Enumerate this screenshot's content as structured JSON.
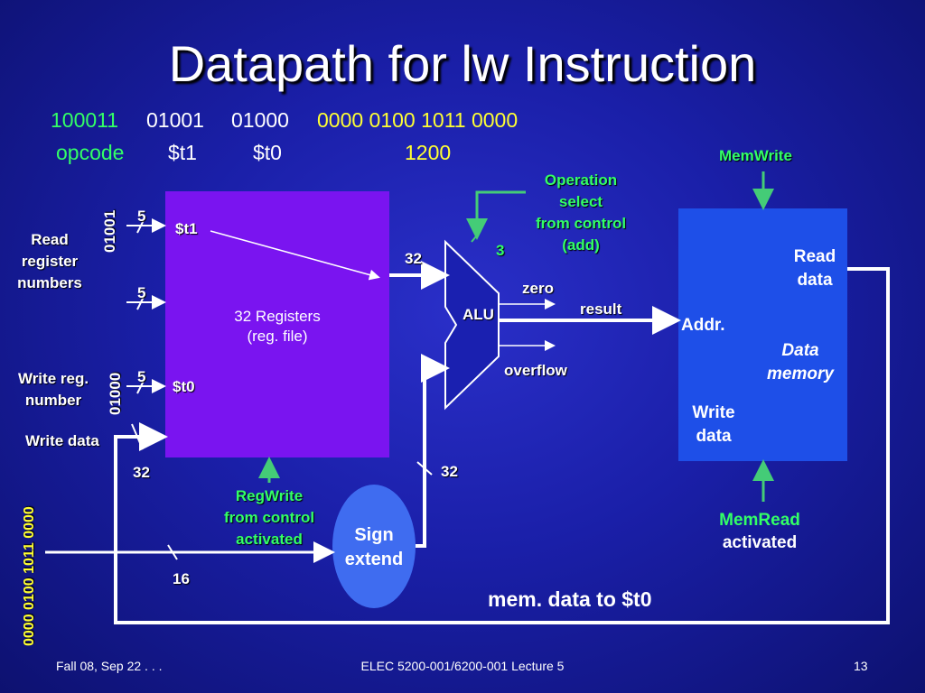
{
  "slide": {
    "title": "Datapath for lw Instruction",
    "instruction": {
      "opcode_bits": "100011",
      "rs_bits": "01001",
      "rt_bits": "01000",
      "imm_bits": "0000 0100 1011 0000",
      "opcode_label": "opcode",
      "rs_label": "$t1",
      "rt_label": "$t0",
      "imm_label": "1200"
    },
    "regfile": {
      "label_line1": "32 Registers",
      "label_line2": "(reg. file)",
      "read_reg_label": [
        "Read",
        "register",
        "numbers"
      ],
      "write_reg_label": [
        "Write reg.",
        "number"
      ],
      "write_data_label": "Write data",
      "port1_reg": "$t1",
      "port_write_reg": "$t0",
      "bus5_a": "5",
      "bus5_b": "5",
      "bus5_c": "5",
      "rs_vertical": "01001",
      "rt_vertical": "01000",
      "bus32_out": "32",
      "bus32_wd": "32",
      "regwrite": [
        "RegWrite",
        "from control",
        "activated"
      ]
    },
    "alu": {
      "label": "ALU",
      "op_select": [
        "Operation",
        "select",
        "from control",
        "(add)"
      ],
      "op_bits": "3",
      "zero": "zero",
      "result": "result",
      "overflow": "overflow",
      "bus32_b": "32"
    },
    "sign_extend": {
      "label_line1": "Sign",
      "label_line2": "extend",
      "bus16": "16",
      "imm_vertical": "0000 0100 1011 0000"
    },
    "data_memory": {
      "memwrite": "MemWrite",
      "read_data": [
        "Read",
        "data"
      ],
      "addr": "Addr.",
      "name": [
        "Data",
        "memory"
      ],
      "write_data": [
        "Write",
        "data"
      ],
      "memread": [
        "MemRead",
        "activated"
      ],
      "feedback": "mem. data to $t0"
    },
    "footer": {
      "left": "Fall 08, Sep 22 . . .",
      "center": "ELEC 5200-001/6200-001 Lecture 5",
      "right": "13"
    },
    "colors": {
      "regfile": "#7a14f0",
      "memory": "#1e4fe8",
      "sign_extend": "#3f6cf0",
      "yellow": "#ffff33",
      "green": "#33ff66",
      "control_line": "#44cc77"
    }
  }
}
